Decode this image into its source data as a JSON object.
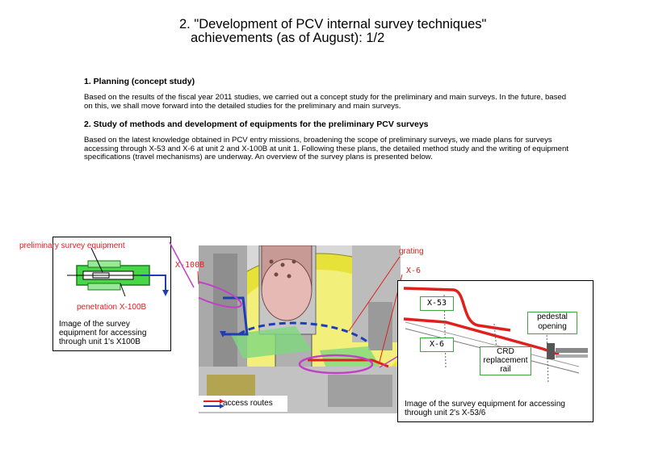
{
  "title": {
    "line1": "2. \"Development of PCV internal survey techniques\"",
    "line2": "achievements (as of August): 1/2"
  },
  "sections": [
    {
      "heading": "1. Planning (concept study)",
      "body": "Based on the results of the fiscal year 2011 studies, we carried out a concept study for the preliminary and main surveys. In the future, based on this, we shall move forward into the detailed studies for the preliminary and main surveys."
    },
    {
      "heading": "2. Study of methods and development of equipments for the preliminary PCV surveys",
      "body": "Based on the latest knowledge obtained in PCV entry missions, broadening the scope of preliminary surveys, we made plans for surveys accessing through X-53 and X-6 at unit 2 and X-100B at unit 1. Following these plans, the detailed method study and the writing of equipment specifications (travel mechanisms) are underway. An overview of the survey plans is presented below."
    }
  ],
  "figure": {
    "left_panel": {
      "label_equipment": "preliminary survey equipment",
      "label_penetration": "penetration X-100B",
      "caption": "Image of the survey equipment for accessing through unit 1's X100B"
    },
    "center": {
      "label_x100b": "X-100B",
      "label_grating": "grating",
      "label_x6": "X-6",
      "legend": "access routes"
    },
    "right_panel": {
      "label_x53": "X-53",
      "label_x6": "X-6",
      "label_pedestal": "pedestal opening",
      "label_crd": "CRD replacement rail",
      "caption": "Image of the survey equipment for accessing through unit 2's X-53/6"
    }
  },
  "colors": {
    "red": "#e0201e",
    "green": "#3fa63f",
    "magenta": "#c040c8",
    "blue": "#1f3fb0",
    "yellow": "#e8e43a"
  }
}
